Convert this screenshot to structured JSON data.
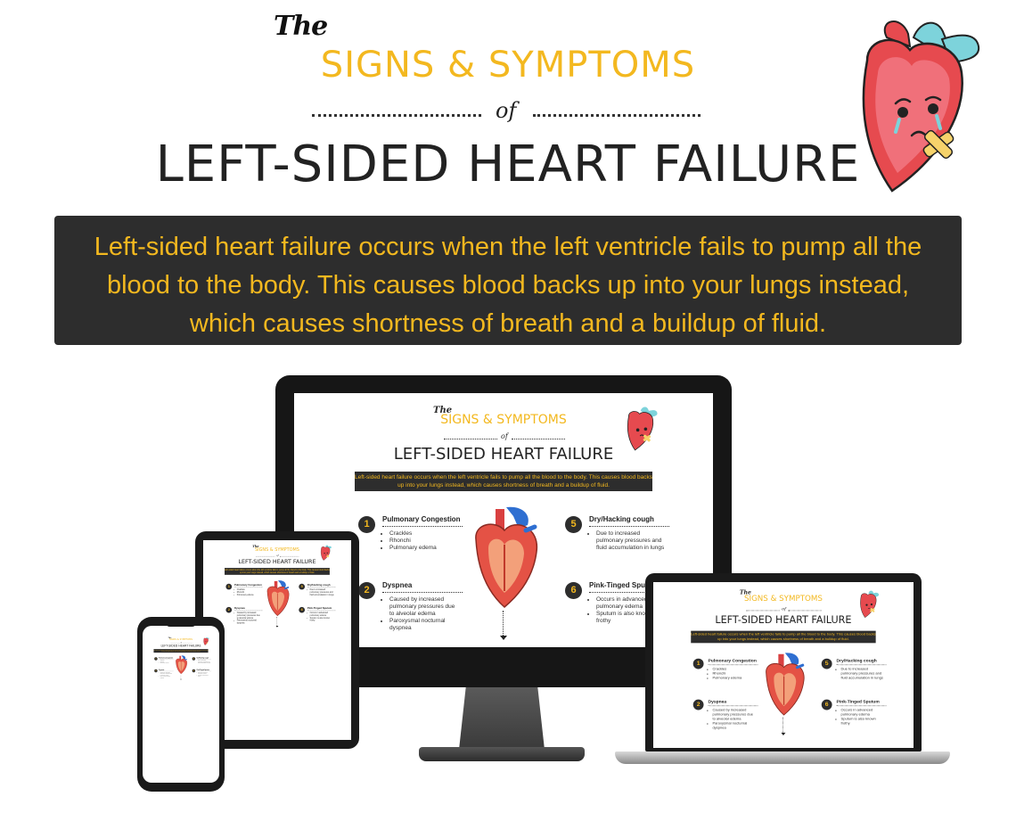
{
  "header": {
    "the": "The",
    "signs": "SIGNS & SYMPTOMS",
    "of": "of",
    "title": "LEFT-SIDED HEART FAILURE"
  },
  "banner": {
    "text": "Left-sided heart failure occurs when the left ventricle fails to pump all the blood to the body. This causes blood backs up into your lungs instead, which causes shortness of breath and a buildup of fluid."
  },
  "mockup": {
    "left_items": [
      {
        "num": "1",
        "heading": "Pulmonary Congestion",
        "bullets": [
          "Crackles",
          "Rhonchi",
          "Pulmonary edema"
        ]
      },
      {
        "num": "2",
        "heading": "Dyspnea",
        "bullets": [
          "Caused by increased pulmonary pressures due to alveolar edema",
          "Paroxysmal nocturnal dyspnea"
        ]
      }
    ],
    "right_items": [
      {
        "num": "5",
        "heading": "Dry/Hacking cough",
        "bullets": [
          "Due to increased pulmonary pressures and fluid accumulation in lungs"
        ]
      },
      {
        "num": "6",
        "heading": "Pink-Tinged Sputum",
        "bullets": [
          "Occurs in advanced pulmonary edema",
          "Sputum is also known frothy"
        ]
      }
    ]
  },
  "colors": {
    "accent": "#f3b81f",
    "dark": "#2d2d2d",
    "heart_red": "#e64a4f",
    "heart_pink": "#f0707a",
    "vessel_teal": "#7dd3db",
    "bandage": "#f6d36b"
  },
  "icons": {
    "hero": "sad-heart-icon",
    "anatomy": "anatomical-heart-icon"
  }
}
